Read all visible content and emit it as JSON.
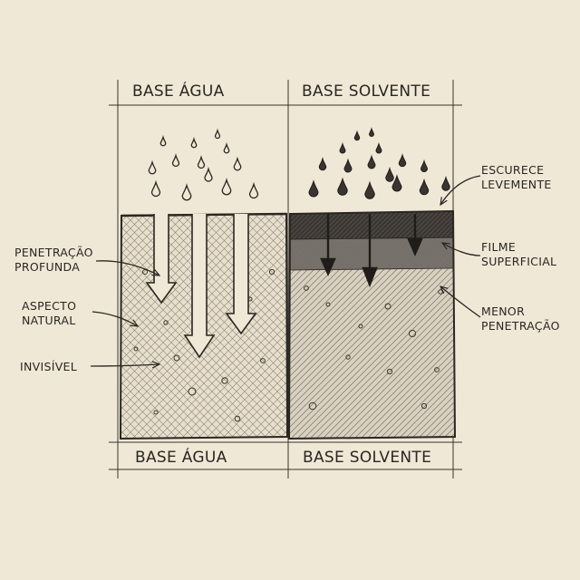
{
  "headers": {
    "top_left": "BASE ÁGUA",
    "top_right": "BASE SOLVENTE",
    "bottom_left": "BASE ÁGUA",
    "bottom_right": "BASE SOLVENTE"
  },
  "left_annotations": {
    "penetration": [
      "PENETRAÇÃO",
      "PROFUNDA"
    ],
    "aspect": [
      "ASPECTO",
      "NATURAL"
    ],
    "invisible": "INVISÍVEL"
  },
  "right_annotations": {
    "darkens": [
      "ESCURECE",
      "LEVEMENTE"
    ],
    "film": [
      "FILME",
      "SUPERFICIAL"
    ],
    "less_penetration": [
      "MENOR",
      "PENETRAÇÃO"
    ]
  },
  "colors": {
    "paper": "#efe8d6",
    "ink": "#2a2622",
    "hatch": "#8a8174",
    "dark_film": "#4a4541",
    "mid_film": "#6e6862",
    "solvent_fill": "#cfc7b6"
  }
}
